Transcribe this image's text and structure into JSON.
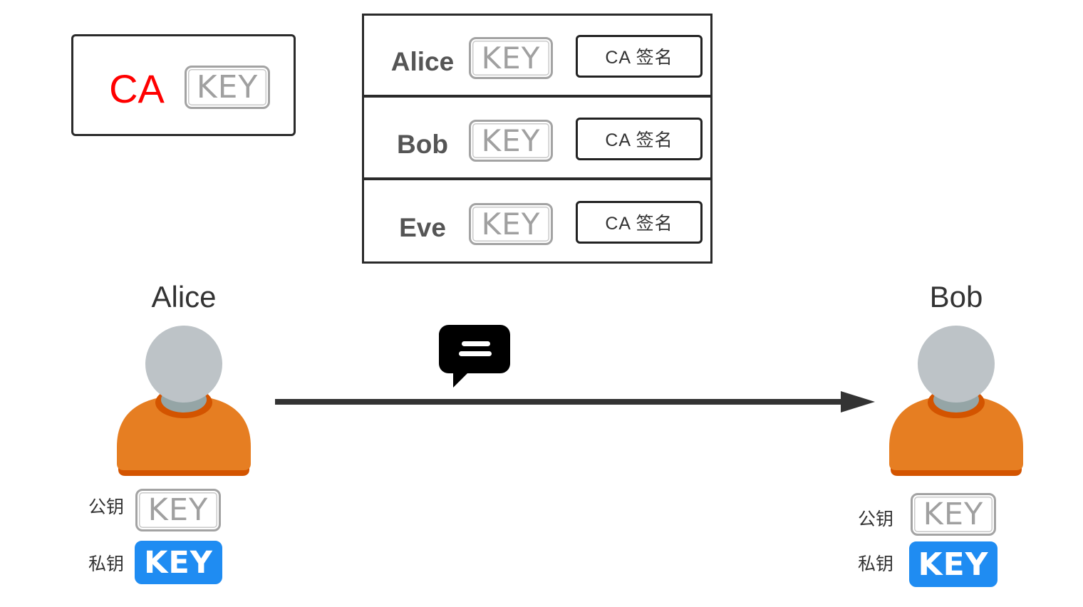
{
  "ca": {
    "label": "CA",
    "key_label": "KEY"
  },
  "certificates": [
    {
      "name": "Alice",
      "key_label": "KEY",
      "signature": "CA 签名"
    },
    {
      "name": "Bob",
      "key_label": "KEY",
      "signature": "CA 签名"
    },
    {
      "name": "Eve",
      "key_label": "KEY",
      "signature": "CA 签名"
    }
  ],
  "alice": {
    "name": "Alice",
    "public_key_label": "公钥",
    "public_key": "KEY",
    "private_key_label": "私钥",
    "private_key": "KEY"
  },
  "bob": {
    "name": "Bob",
    "public_key_label": "公钥",
    "public_key": "KEY",
    "private_key_label": "私钥",
    "private_key": "KEY"
  },
  "message_icon": "chat-bubble-icon",
  "colors": {
    "ca_text": "#ff0000",
    "private_key": "#1f8cf2",
    "public_key_border": "#a3a3a3",
    "person_body": "#e67e22",
    "person_head": "#bdc3c7"
  }
}
